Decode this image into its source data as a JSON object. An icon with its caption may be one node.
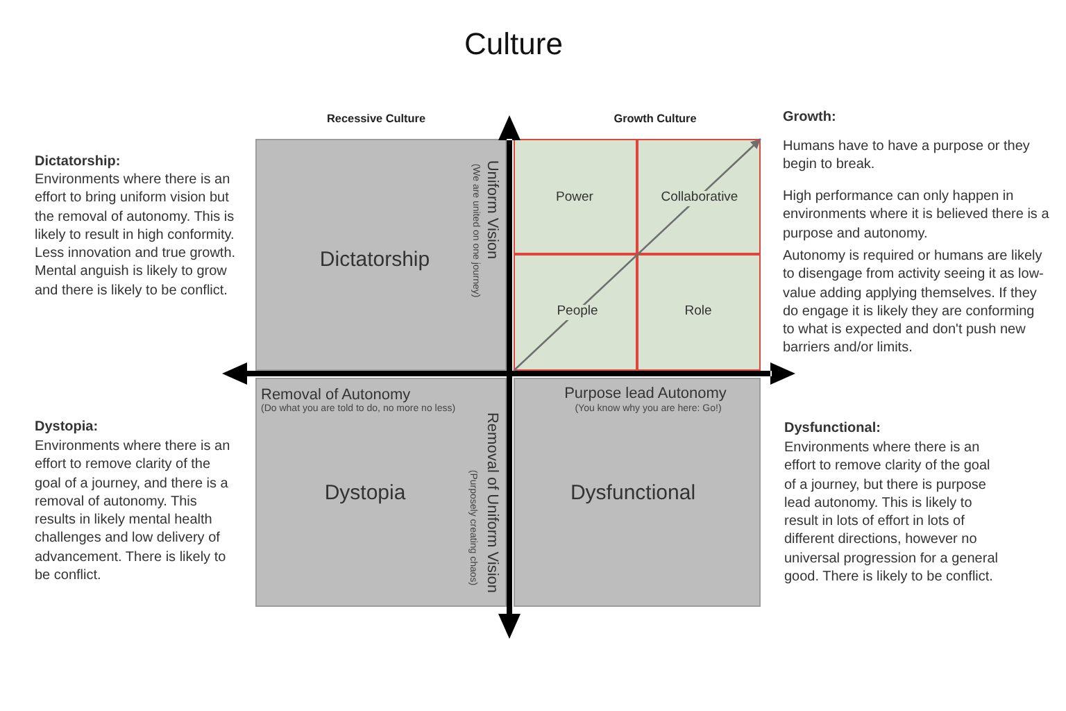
{
  "diagram": {
    "title": "Culture",
    "nodes": [
      {
        "text": [
          "Dictatorship",
          "Uniform Vision",
          "(We are united on one journey)"
        ]
      },
      {
        "text": [
          "Power"
        ]
      },
      {
        "text": [
          "Collaborative"
        ]
      },
      {
        "text": [
          "People"
        ]
      },
      {
        "text": [
          "Role"
        ]
      },
      {
        "text": [
          "Removal of Autonomy",
          "(Do what you are told to do, no more no less)",
          "Dystopia",
          "Removal of Uniform Vision",
          "(Purposely creating chaos)"
        ]
      },
      {
        "text": [
          "Purpose lead Autonomy",
          "(You know why you are here: Go!)",
          "Dysfunctional"
        ]
      }
    ],
    "edges": [
      {
        "from": 3,
        "to": 2,
        "arrow": "to"
      }
    ],
    "labels": [
      "Recessive Culture",
      "Growth Culture",
      "Growth:",
      "Humans have to have a purpose or they begin to break.",
      "High performance can only happen in environments where it is believed there is a purpose and autonomy.",
      "Autonomy is required or humans are likely to disengage from activity seeing it as low-value adding applying themselves. If they do engage it is likely they are conforming to what is expected and don't push new barriers and/or limits.",
      "Dictatorship:",
      "Environments where there is an effort to bring uniform vision but the removal of autonomy. This is likely to result in high conformity. Less innovation and true growth. Mental anguish is likely to grow and there is likely to be conflict.",
      "Dystopia:",
      "Environments where there is an effort to remove clarity of the goal of a journey, and there is a removal of autonomy. This results in likely mental health challenges and low delivery of advancement. There is likely to be conflict.",
      "Dysfunctional:",
      "Environments where there is an effort to remove clarity of the goal of a journey, but there is purpose lead autonomy. This is likely to result in lots of effort in lots of different directions, however no universal progression for a general good. There is likely to be conflict."
    ]
  }
}
